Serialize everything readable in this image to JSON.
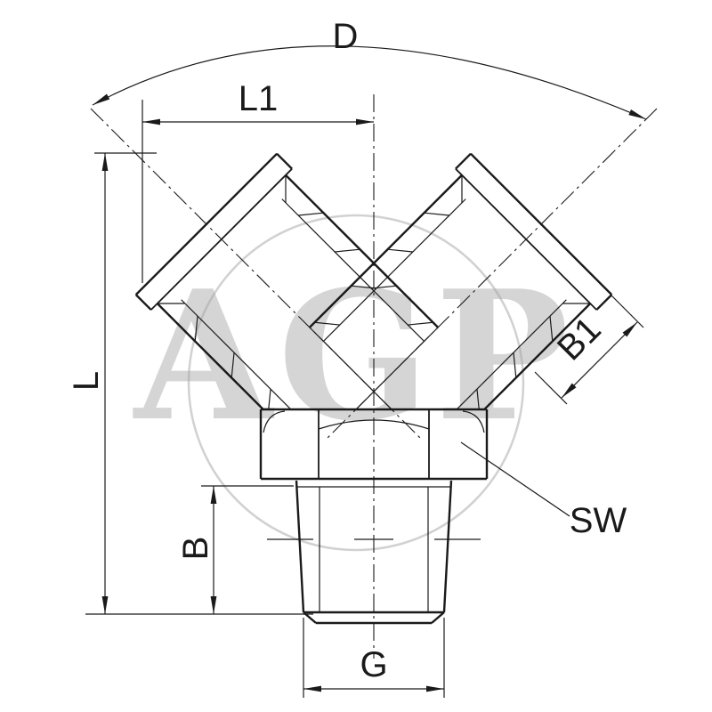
{
  "colors": {
    "ink": "#1a1a1a",
    "watermark": "#a3a3a3",
    "background": "#ffffff"
  },
  "watermark": {
    "text": "AGP"
  },
  "labels": {
    "d": "D",
    "l1": "L1",
    "l": "L",
    "b": "B",
    "b1": "B1",
    "sw": "SW",
    "g": "G"
  }
}
